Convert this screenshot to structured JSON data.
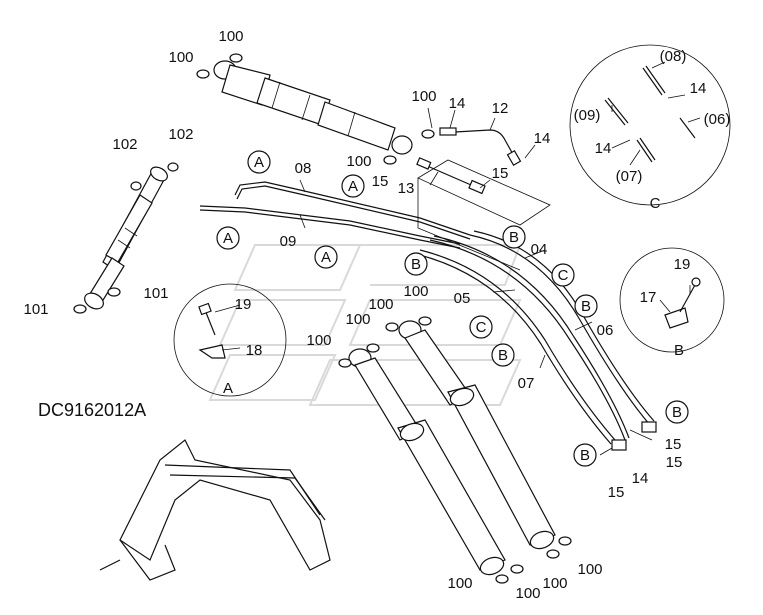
{
  "drawing_code": "DC9162012A",
  "part_labels": {
    "p100": "100",
    "p102": "102",
    "p101": "101",
    "p14": "14",
    "p12": "12",
    "p13": "13",
    "p15": "15",
    "p08": "08",
    "p09": "09",
    "p04": "04",
    "p05": "05",
    "p06": "06",
    "p07": "07",
    "p17": "17",
    "p18": "18",
    "p19": "19",
    "p08p": "(08)",
    "p09p": "(09)",
    "p06p": "(06)",
    "p07p": "(07)"
  },
  "callout_letters": {
    "a": "A",
    "b": "B",
    "c": "C"
  },
  "detail_views": {
    "a": "A",
    "b": "B",
    "c": "C"
  }
}
